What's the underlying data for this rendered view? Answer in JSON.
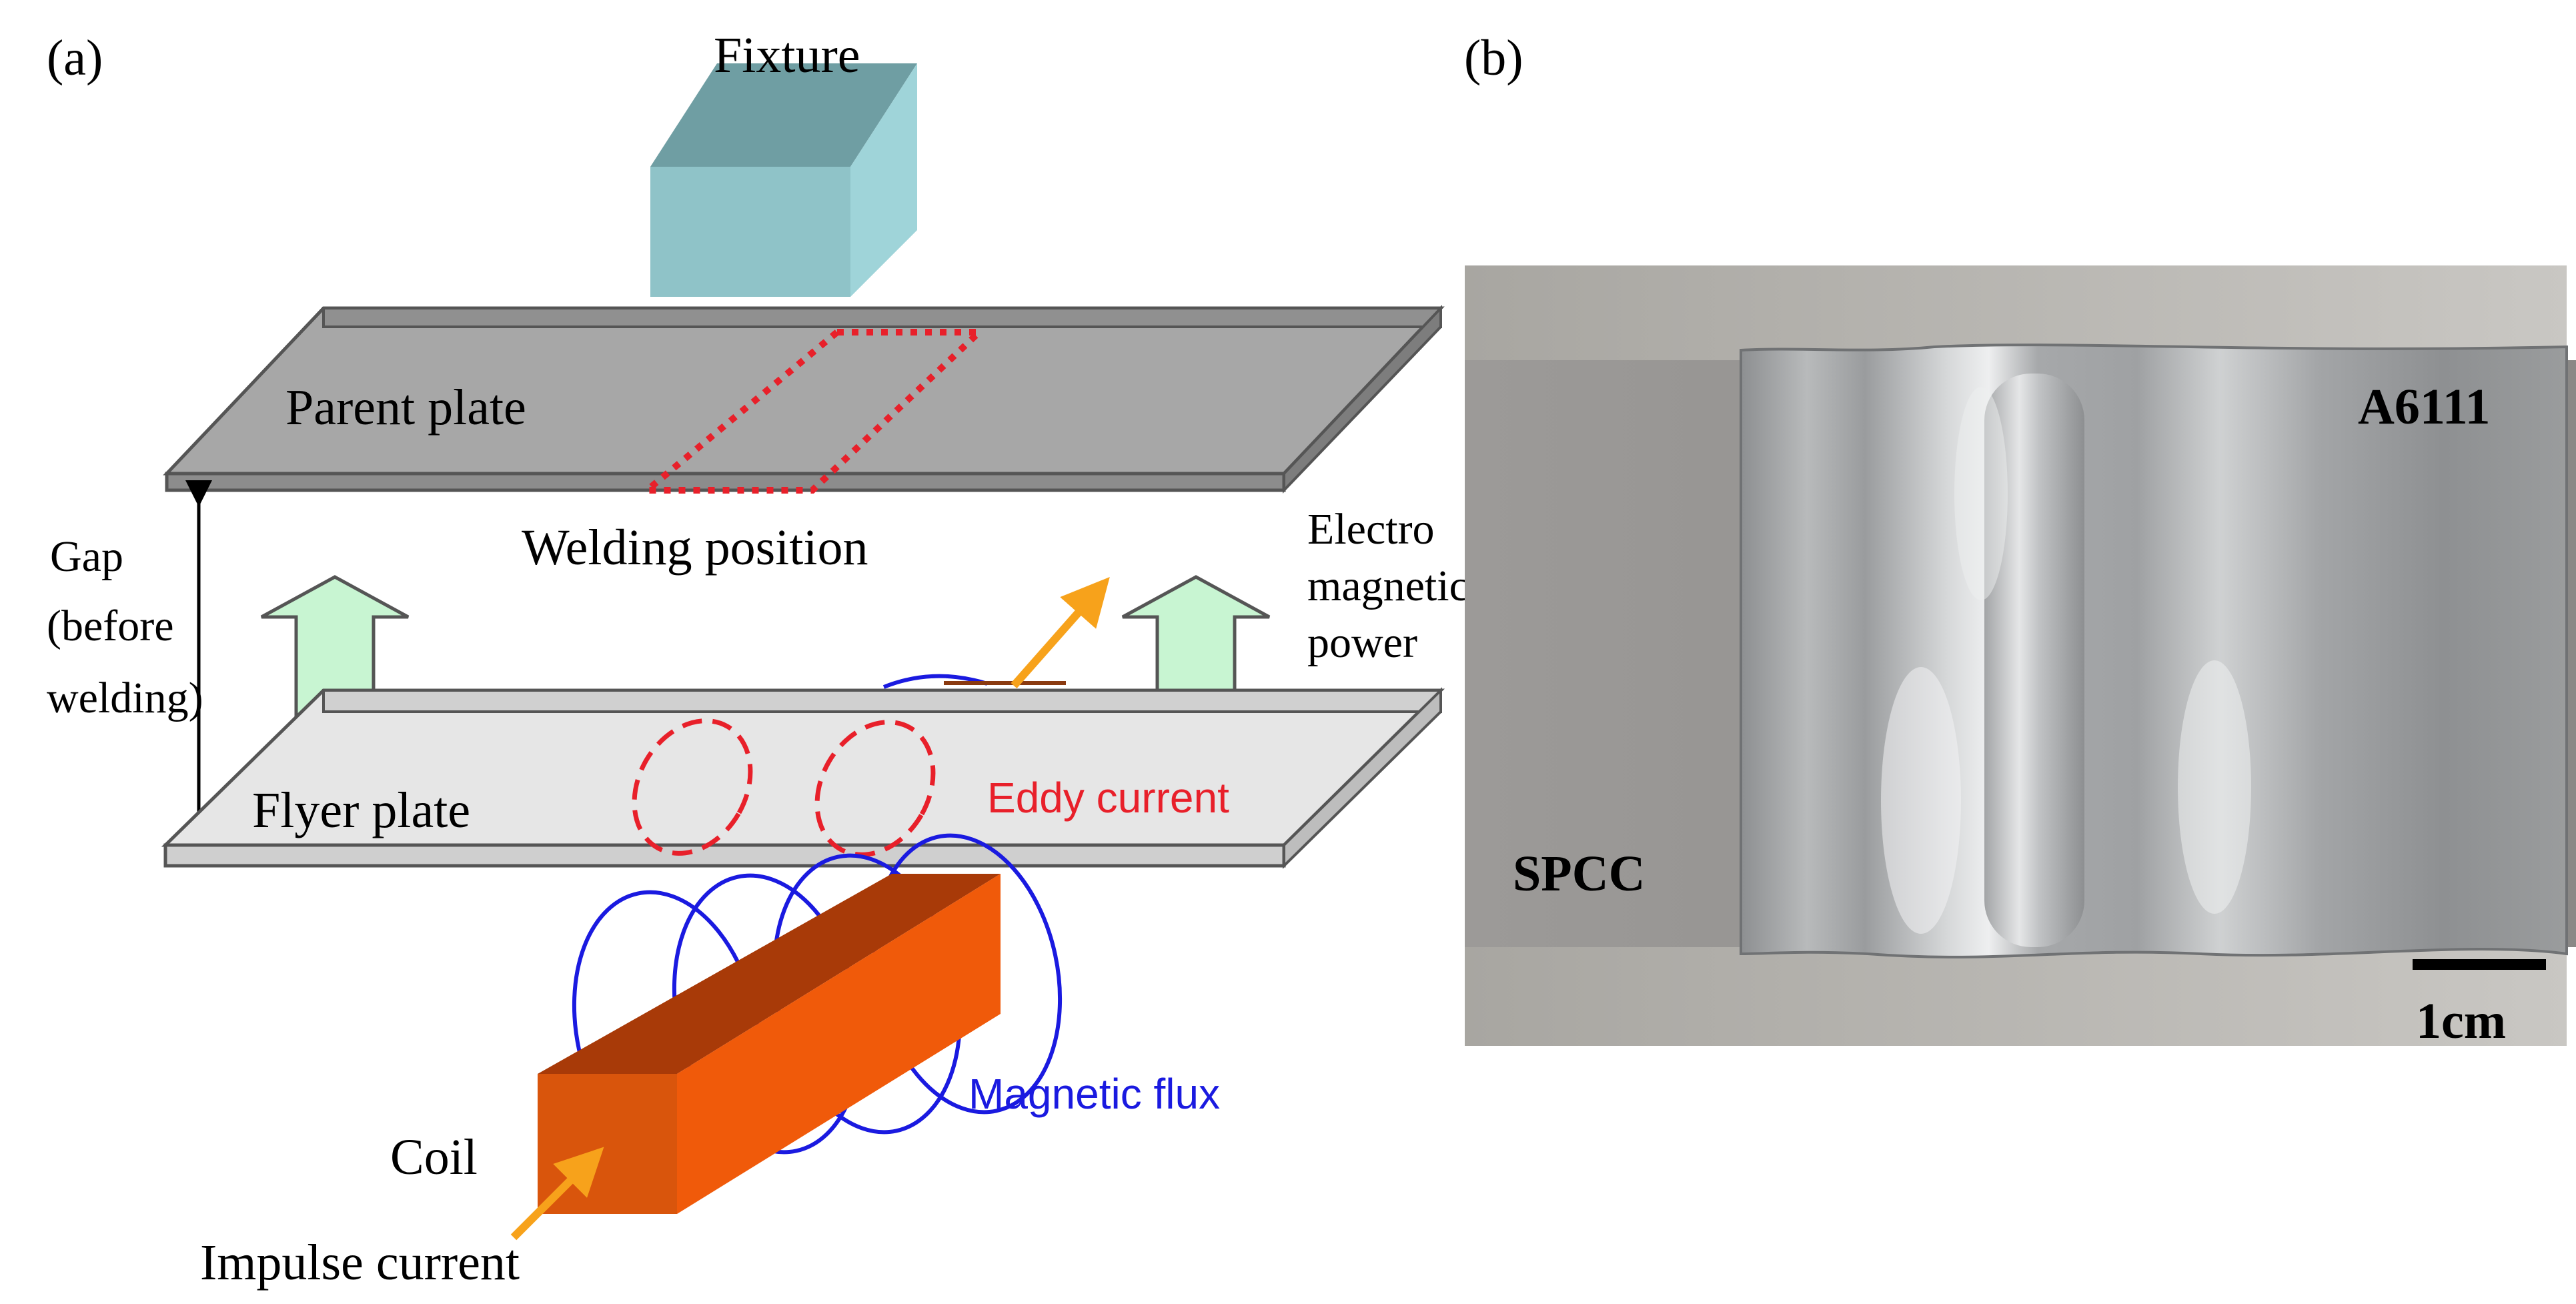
{
  "panel_a": {
    "label": "(a)",
    "fixture": "Fixture",
    "parent_plate": "Parent plate",
    "welding_position": "Welding position",
    "gap_line1": "Gap",
    "gap_line2": "(before",
    "gap_line3": "welding)",
    "em_line1": "Electro",
    "em_line2": "magnetic",
    "em_line3": "power",
    "flyer_plate": "Flyer plate",
    "eddy_current": "Eddy current",
    "magnetic_flux": "Magnetic flux",
    "coil": "Coil",
    "impulse_current": "Impulse current"
  },
  "panel_b": {
    "label": "(b)",
    "material_top": "A6111",
    "material_bottom": "SPCC",
    "scale": "1cm"
  },
  "colors": {
    "eddy": "#e8202a",
    "flux": "#1a1ae0",
    "coil": "#f05a0a",
    "arrow_green": "#c8f5d2",
    "fixture": "#9cd3d8",
    "orange_arrow": "#f7a21b"
  }
}
